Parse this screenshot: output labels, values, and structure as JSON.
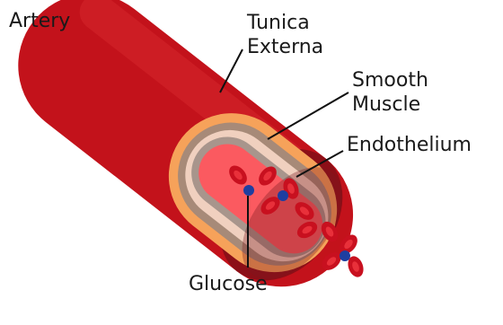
{
  "labels": {
    "artery": "Artery",
    "tunica_externa_1": "Tunica",
    "tunica_externa_2": "Externa",
    "smooth_muscle_1": "Smooth",
    "smooth_muscle_2": "Muscle",
    "endothelium": "Endothelium",
    "glucose": "Glucose"
  },
  "colors": {
    "artery_outer": "#c3121b",
    "artery_highlight": "#d6262c",
    "artery_dark": "#8c0f17",
    "tunica_externa": "#f6a25a",
    "smooth_muscle_outer": "#a78a78",
    "smooth_muscle_inner": "#f0d0bf",
    "endothelium": "#a8958c",
    "lumen": "#fb5a60",
    "red_blood_cell": "#c8101f",
    "red_blood_cell_center": "#e8303a",
    "glucose": "#1e3ea0"
  }
}
